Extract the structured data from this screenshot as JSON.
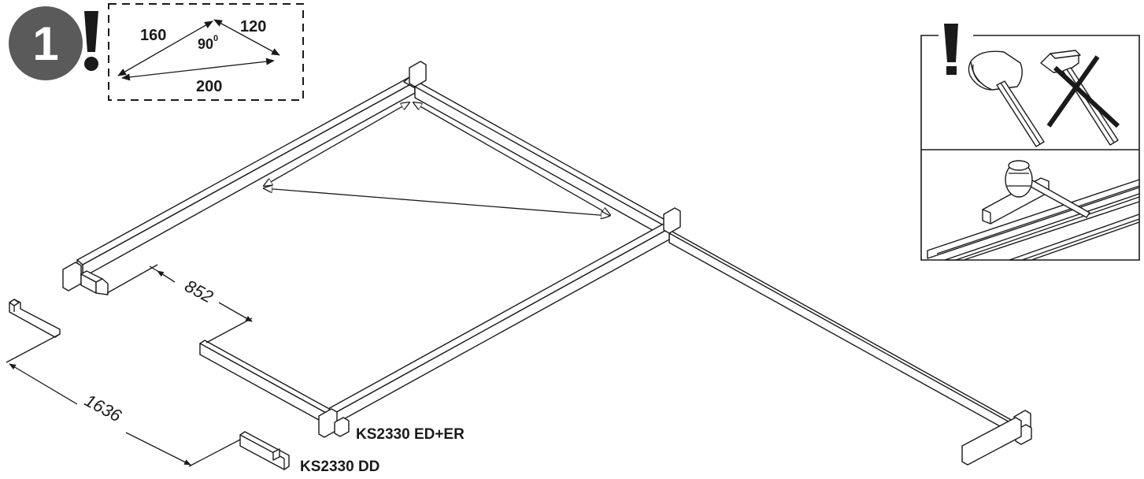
{
  "step": {
    "number": "1"
  },
  "warning": {
    "symbol": "!"
  },
  "triangle_note": {
    "side_a": "160",
    "side_b": "120",
    "hypotenuse": "200",
    "angle_value": "90",
    "angle_unit": "0"
  },
  "dimensions": {
    "width": "852",
    "length": "1636"
  },
  "parts": {
    "frame_label": "KS2330 ED+ER",
    "joist_label": "KS2330 DD"
  },
  "colors": {
    "ink": "#1a1a1a",
    "badge": "#5a5a5a"
  },
  "icons": [
    "rubber-mallet-icon",
    "steel-hammer-icon",
    "prohibited-cross-icon",
    "mallet-on-block-icon"
  ]
}
